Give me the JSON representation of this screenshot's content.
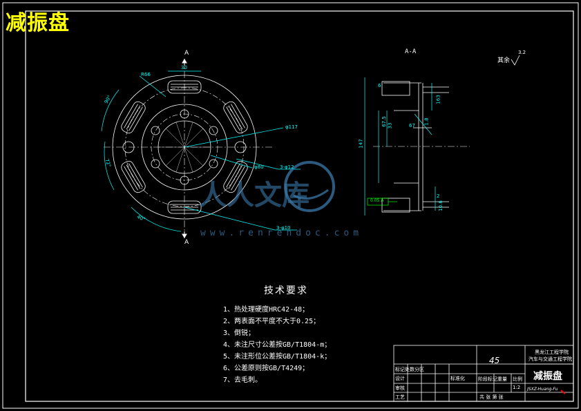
{
  "drawing_title": "减振盘",
  "section_label": "A-A",
  "cut_mark": "A",
  "surface_note": "其余",
  "surface_value": "3.2",
  "dimensions": {
    "d30": "30",
    "d90": "90°",
    "d72": "72°",
    "d40": "40°",
    "r66": "R66",
    "phi117": "φ117",
    "phi80": "φ80",
    "holes1": "3-φ12",
    "holes2": "3-φ10",
    "l147": "147",
    "l6": "6",
    "l67": "67.5",
    "l33": "33",
    "l18": "1.8",
    "l163": "163",
    "l67b": "67",
    "l10": "10.6",
    "l2": "2",
    "tol_box": "0.05 A"
  },
  "watermark": {
    "brand": "人人文库",
    "url": "www.renrendoc.com"
  },
  "tech_requirements": {
    "title": "技术要求",
    "items": [
      "1、热处理硬度HRC42-48；",
      "2、两表面不平度不大于0.25；",
      "3、倒锐；",
      "4、未注尺寸公差按GB/T1804-m；",
      "5、未注形位公差按GB/T1804-k；",
      "6、公差原则按GB/T4249；",
      "7、去毛刺。"
    ]
  },
  "title_block": {
    "school_line1": "黑龙江工程学院",
    "school_line2": "汽车与交通工程学院",
    "material": "45",
    "part_name": "减振盘",
    "scale": "1:2",
    "row_labels": [
      "标记处数分区",
      "设计",
      "审核",
      "工艺"
    ],
    "row_label_b": "标准化",
    "col_labels": [
      "阶段标记",
      "重量",
      "比例"
    ],
    "sheet_text": "共 张 第 张",
    "drawing_no": "JSXZ-Huang-Fu"
  },
  "colors": {
    "line_cyan": "#00ffff",
    "line_white": "#ffffff",
    "line_green": "#00ff00",
    "title_yellow": "#ffff00",
    "watermark_blue": "#3a78a8",
    "accent_red": "#ff0000"
  }
}
